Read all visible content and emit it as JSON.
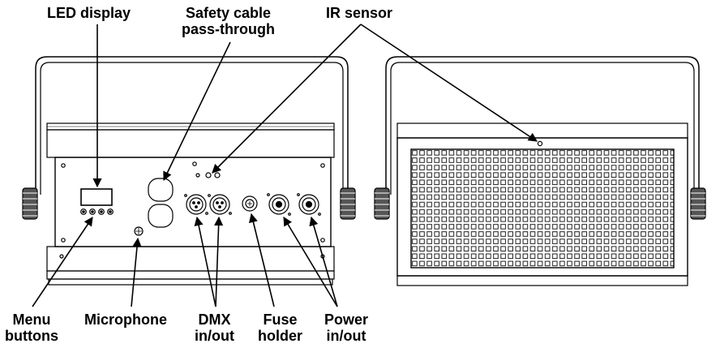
{
  "labels": {
    "led_display": "LED display",
    "safety_cable": {
      "line1": "Safety cable",
      "line2": "pass-through"
    },
    "ir_sensor": "IR sensor",
    "menu_buttons": {
      "line1": "Menu",
      "line2": "buttons"
    },
    "microphone": "Microphone",
    "dmx": {
      "line1": "DMX",
      "line2": "in/out"
    },
    "fuse_holder": {
      "line1": "Fuse",
      "line2": "holder"
    },
    "power": {
      "line1": "Power",
      "line2": "in/out"
    }
  }
}
